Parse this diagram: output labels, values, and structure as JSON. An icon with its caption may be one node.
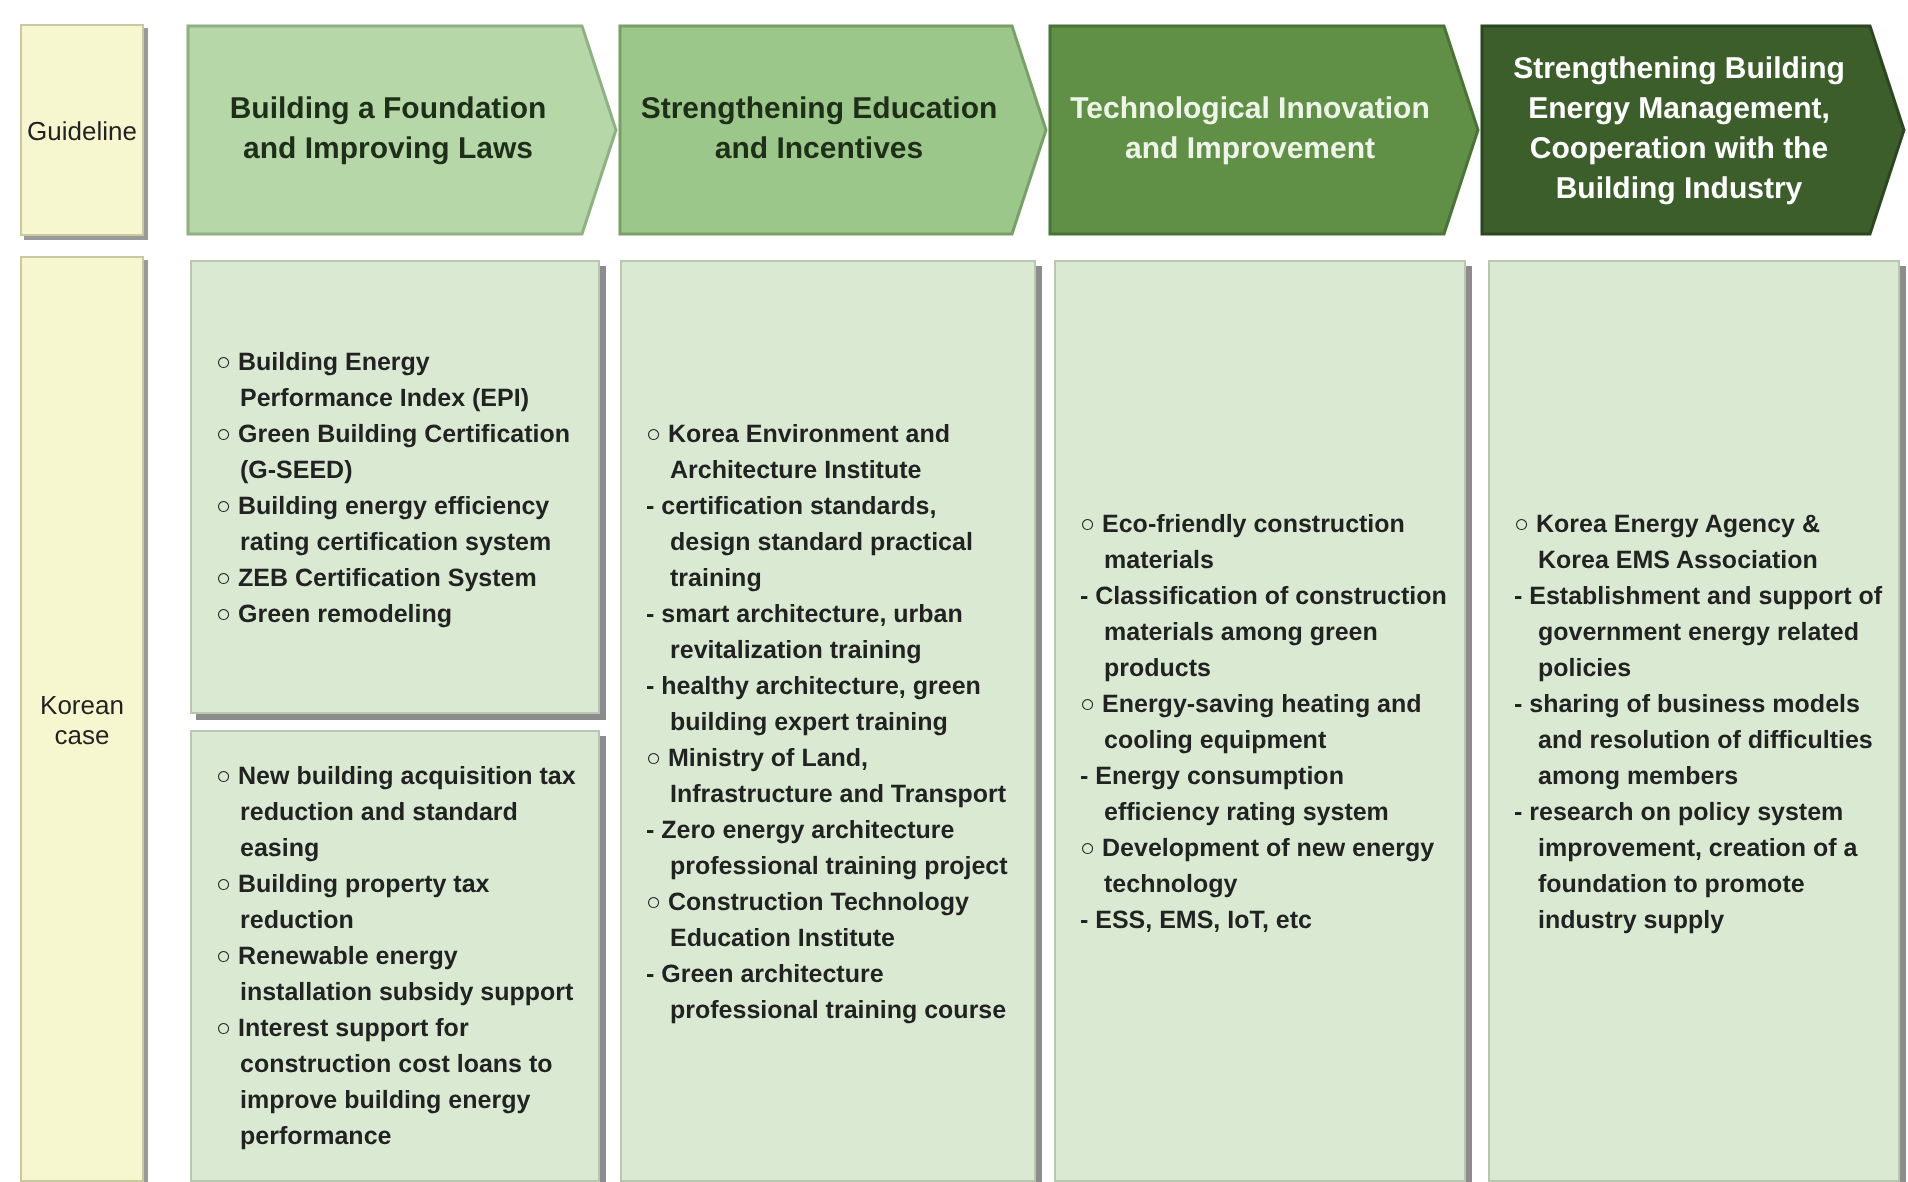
{
  "diagram": {
    "nodes": [
      {
        "text": [
          "Guideline"
        ]
      },
      {
        "text": [
          "Building a Foundation and Improving Laws"
        ]
      },
      {
        "text": [
          "Strengthening Education and Incentives"
        ]
      },
      {
        "text": [
          "Technological Innovation and Improvement"
        ]
      },
      {
        "text": [
          "Strengthening Building Energy Management, Cooperation with the Building Industry"
        ]
      },
      {
        "text": [
          "Korean case"
        ]
      },
      {
        "text": [
          "○ Building Energy Performance Index (EPI)",
          "○ Green Building Certification (G-SEED)",
          "○ Building energy efficiency rating certification system",
          "○ ZEB Certification System",
          "○ Green remodeling"
        ]
      },
      {
        "text": [
          "○ New building acquisition tax reduction and standard easing",
          "○ Building property tax reduction",
          "○ Renewable energy installation subsidy support",
          "○ Interest support for construction cost loans to improve building energy performance"
        ]
      },
      {
        "text": [
          "○ Korea Environment and Architecture Institute",
          "- certification standards, design standard practical training",
          "- smart architecture, urban revitalization training",
          "- healthy architecture, green building expert training",
          "○ Ministry of Land, Infrastructure and Transport",
          "- Zero energy architecture professional training project",
          "○ Construction Technology Education Institute",
          "- Green architecture professional training course"
        ]
      },
      {
        "text": [
          "○ Eco-friendly construction materials",
          "- Classification of construction materials among green products",
          "○ Energy-saving heating and cooling equipment",
          "- Energy consumption efficiency rating system",
          "○ Development of new energy technology",
          "- ESS, EMS, IoT, etc"
        ]
      },
      {
        "text": [
          "○ Korea Energy Agency & Korea EMS Association",
          "- Establishment and support of government energy related policies",
          "- sharing of business models and resolution of difficulties among members",
          "- research on policy system improvement, creation of a foundation to promote industry supply"
        ]
      }
    ]
  }
}
